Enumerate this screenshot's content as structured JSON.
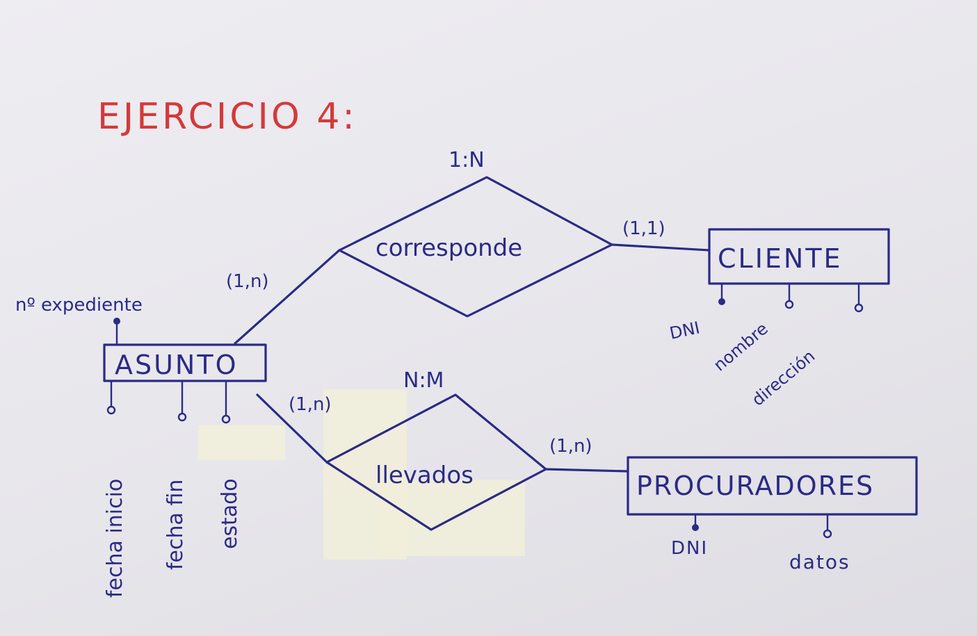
{
  "title": "EJERCICIO 4:",
  "entities": {
    "asunto": "ASUNTO",
    "cliente": "CLIENTE",
    "procuradores": "PROCURADORES"
  },
  "relationships": {
    "corresponde": {
      "label": "corresponde",
      "type": "1:N",
      "card_asunto": "(1,n)",
      "card_cliente": "(1,1)"
    },
    "llevados": {
      "label": "llevados",
      "type": "N:M",
      "card_asunto": "(1,n)",
      "card_procuradores": "(1,n)"
    }
  },
  "attributes": {
    "asunto": {
      "key": "nº expediente",
      "others": [
        "fecha inicio",
        "fecha fin",
        "estado"
      ]
    },
    "cliente": [
      "DNI",
      "nombre",
      "dirección"
    ],
    "procuradores": [
      "DNI",
      "datos"
    ]
  },
  "colors": {
    "ink": "#2b2a85",
    "title": "#d33a3a",
    "paper": "#e9e8ed"
  }
}
